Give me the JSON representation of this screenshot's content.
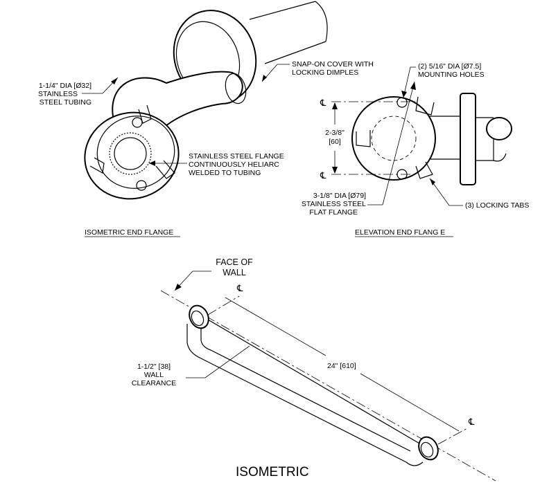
{
  "isometric_end_flange": {
    "title": "ISOMETRIC END FLANGE",
    "tubing_label": [
      "1-1/4\" DIA [Ø32]",
      "STAINLESS",
      "STEEL TUBING"
    ],
    "cover_label": [
      "SNAP-ON COVER WITH",
      "LOCKING DIMPLES"
    ],
    "flange_label": [
      "STAINLESS STEEL FLANGE",
      "CONTINUOUSLY HELIARC",
      "WELDED TO TUBING"
    ]
  },
  "elevation_end_flange": {
    "title": "ELEVATION END FLANG E",
    "mounting_holes_label": [
      "(2) 5/16\" DIA [Ø7.5]",
      "MOUNTING HOLES"
    ],
    "spacing_label": [
      "2-3/8\"",
      "[60]"
    ],
    "flange_dia_label": [
      "3-1/8\" DIA [Ø79]",
      "STAINLESS STEEL",
      "FLAT FLANGE"
    ],
    "locking_tabs_label": "(3) LOCKING TABS",
    "centerline_symbol": "℄"
  },
  "isometric": {
    "title": "ISOMETRIC",
    "face_of_wall_label": [
      "FACE OF",
      "WALL"
    ],
    "length_label": "24\" [610]",
    "clearance_label": [
      "1-1/2\" [38]",
      "WALL",
      "CLEARANCE"
    ],
    "centerline_symbol": "℄"
  }
}
